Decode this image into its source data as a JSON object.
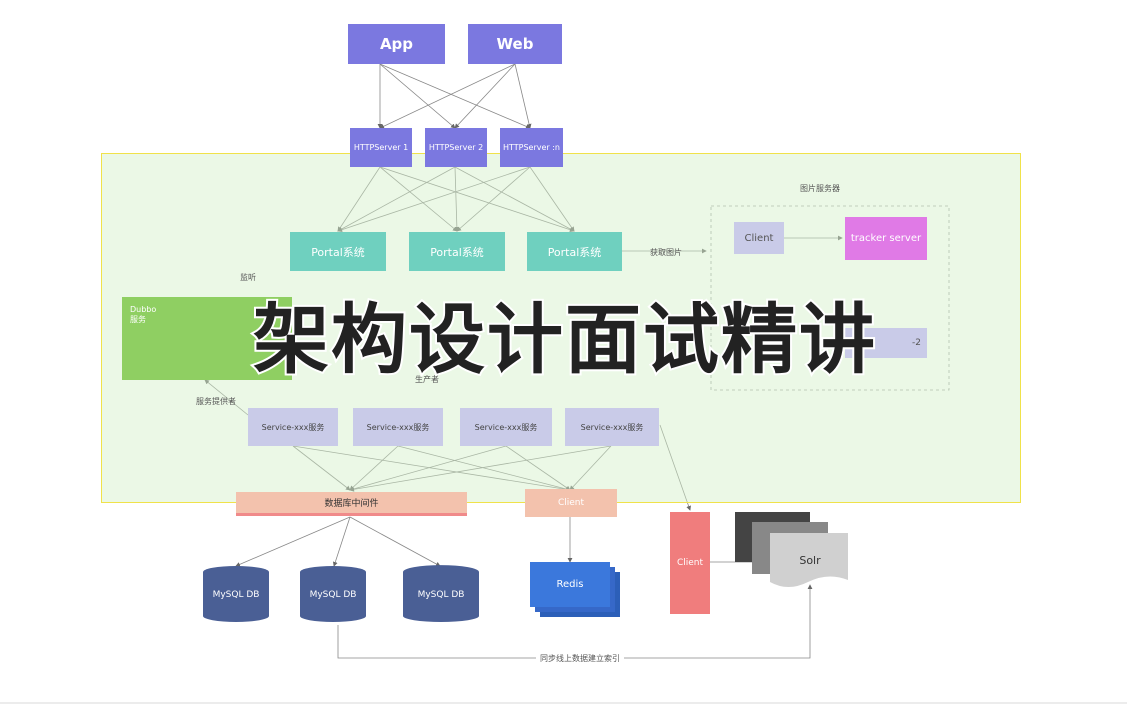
{
  "clients": {
    "app": "App",
    "web": "Web"
  },
  "http_servers": [
    "HTTPServer 1",
    "HTTPServer 2",
    "HTTPServer :n"
  ],
  "portals": [
    "Portal系统",
    "Portal系统",
    "Portal系统"
  ],
  "image_server": {
    "title": "图片服务器",
    "client": "Client",
    "tracker": "tracker server",
    "storage_2": "-2",
    "fetch_label": "获取图片"
  },
  "dubbo": {
    "title": "Dubbo\n服务"
  },
  "labels": {
    "monitor": "监听",
    "provider": "服务提供者",
    "producer": "生产者",
    "sync": "同步线上数据建立索引"
  },
  "services": [
    "Service-xxx服务",
    "Service-xxx服务",
    "Service-xxx服务",
    "Service-xxx服务"
  ],
  "middleware": "数据库中间件",
  "redis_client": "Client",
  "databases": [
    "MySQL DB",
    "MySQL DB",
    "MySQL DB"
  ],
  "redis": "Redis",
  "solr_client": "Client",
  "solr": "Solr",
  "overlay_title": "架构设计面试精讲",
  "colors": {
    "purple": "#7b78e0",
    "teal": "#6fd0bf",
    "service": "#c9cbe8",
    "peach": "#f3c2ad",
    "db": "#4a5f95",
    "redis": "#3b78dc",
    "solr_client": "#f07d7d",
    "tracker": "#e07ae6",
    "green": "#8fcf62"
  }
}
